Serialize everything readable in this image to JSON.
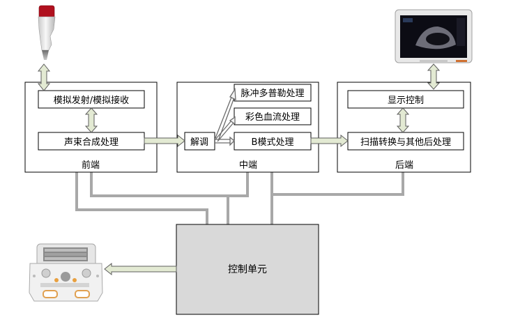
{
  "front_end": {
    "caption": "前端",
    "tx_rx": "模拟发射/模拟接收",
    "beamform": "声束合成处理"
  },
  "mid_end": {
    "caption": "中端",
    "demod": "解调",
    "doppler": "脉冲多普勒处理",
    "color_flow": "彩色血流处理",
    "b_mode": "B模式处理"
  },
  "back_end": {
    "caption": "后端",
    "display_ctrl": "显示控制",
    "scan_convert": "扫描转换与其他后处理"
  },
  "control_unit": {
    "label": "控制单元"
  },
  "icons": {
    "probe": "ultrasound-probe-icon",
    "monitor": "monitor-icon",
    "keyboard": "control-panel-icon"
  },
  "colors": {
    "bus_gray": "#a8a8a8",
    "arrow_fill": "#e3ead3",
    "arrow_stroke": "#5d5d5d",
    "control_unit_fill": "#d9d9d9",
    "box_stroke": "#000000"
  }
}
